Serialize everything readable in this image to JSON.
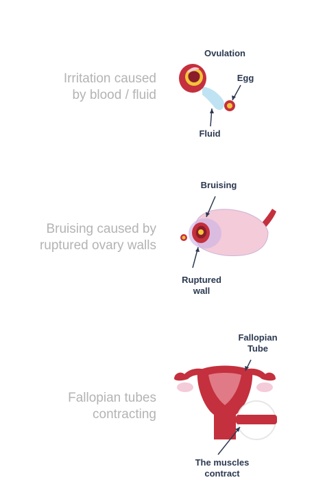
{
  "sections": [
    {
      "heading": "Irritation caused\nby blood / fluid",
      "labels": {
        "ovulation": "Ovulation",
        "egg": "Egg",
        "fluid": "Fluid"
      }
    },
    {
      "heading": "Bruising caused by\nruptured ovary walls",
      "labels": {
        "bruising": "Bruising",
        "ruptured_wall": "Ruptured\nwall"
      }
    },
    {
      "heading": "Fallopian tubes\ncontracting",
      "labels": {
        "fallopian_tube": "Fallopian\nTube",
        "muscles": "The muscles\ncontract"
      }
    }
  ],
  "colors": {
    "heading_text": "#b3b3b3",
    "label_text": "#2b3850",
    "ovary_red": "#c4303d",
    "ovary_dark": "#8a1e2a",
    "tissue_pink": "#f4cbd8",
    "fluid_blue": "#bfe3f2",
    "egg_yellow": "#f2c43a"
  }
}
